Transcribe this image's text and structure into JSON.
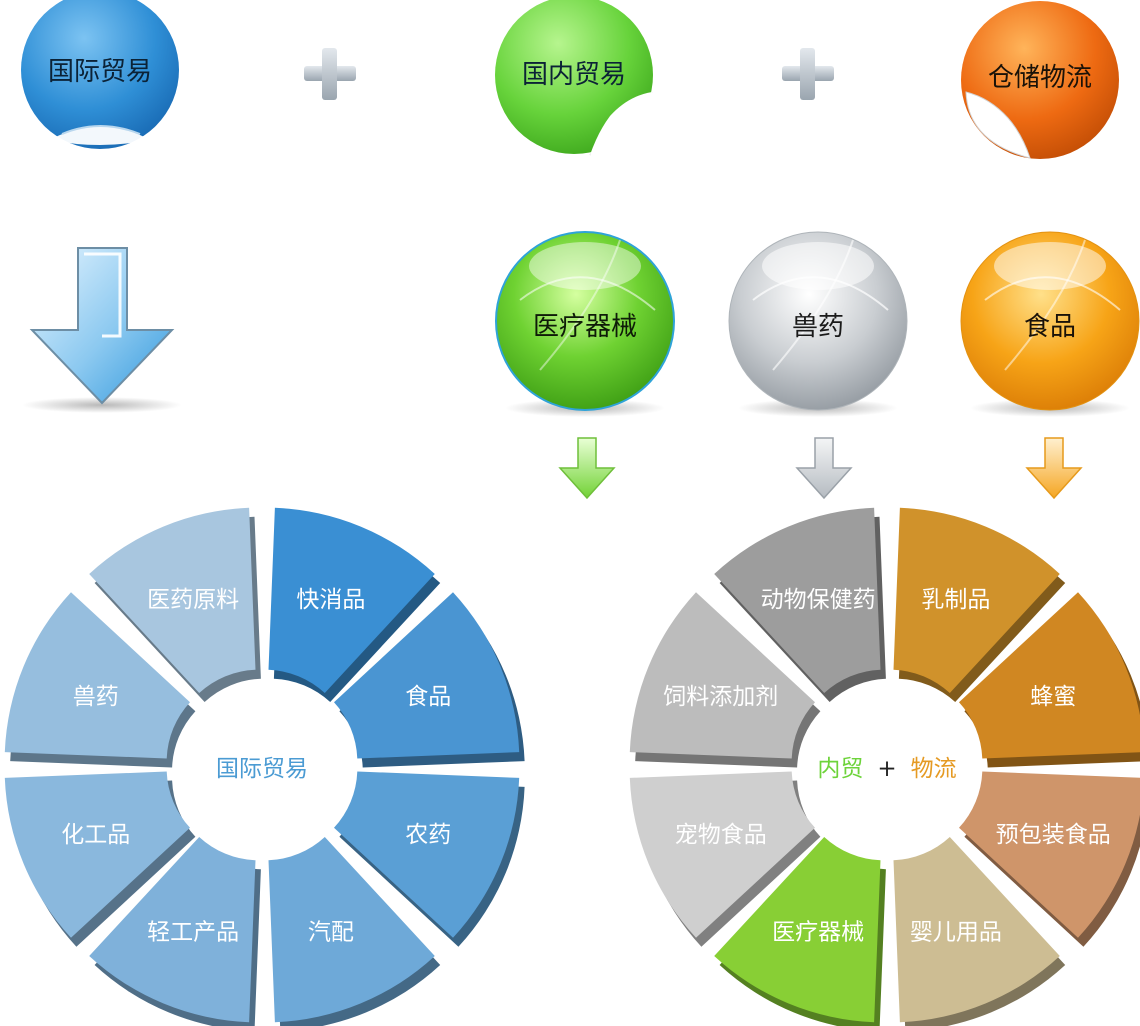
{
  "top_badges": [
    {
      "label": "国际贸易",
      "color": "#2f8fd6"
    },
    {
      "label": "国内贸易",
      "color": "#67d33b"
    },
    {
      "label": "仓储物流",
      "color": "#ee6a12"
    }
  ],
  "orbs": [
    {
      "label": "医疗器械",
      "color": "#6fd232"
    },
    {
      "label": "兽药",
      "color": "#c9cdd1"
    },
    {
      "label": "食品",
      "color": "#f7a417"
    }
  ],
  "left_wheel": {
    "center_label": "国际贸易",
    "segments": [
      {
        "label": "快消品",
        "color": "#3a8fd3"
      },
      {
        "label": "食品",
        "color": "#4a95d2"
      },
      {
        "label": "农药",
        "color": "#5a9fd5"
      },
      {
        "label": "汽配",
        "color": "#6ea9d8"
      },
      {
        "label": "轻工产品",
        "color": "#7fb1da"
      },
      {
        "label": "化工品",
        "color": "#8ab8dd"
      },
      {
        "label": "兽药",
        "color": "#96bede"
      },
      {
        "label": "医药原料",
        "color": "#a8c6df"
      }
    ]
  },
  "right_wheel": {
    "center_label_1": "内贸",
    "center_plus": "+",
    "center_label_2": "物流",
    "segments": [
      {
        "label": "乳制品",
        "color": "#d0922b"
      },
      {
        "label": "蜂蜜",
        "color": "#d08722"
      },
      {
        "label": "预包装食品",
        "color": "#cf956a"
      },
      {
        "label": "婴儿用品",
        "color": "#cdbd93"
      },
      {
        "label": "医疗器械",
        "color": "#88cf35"
      },
      {
        "label": "宠物食品",
        "color": "#cfcfcf"
      },
      {
        "label": "饲料添加剂",
        "color": "#bcbcbc"
      },
      {
        "label": "动物保健药",
        "color": "#9d9d9d"
      }
    ]
  }
}
